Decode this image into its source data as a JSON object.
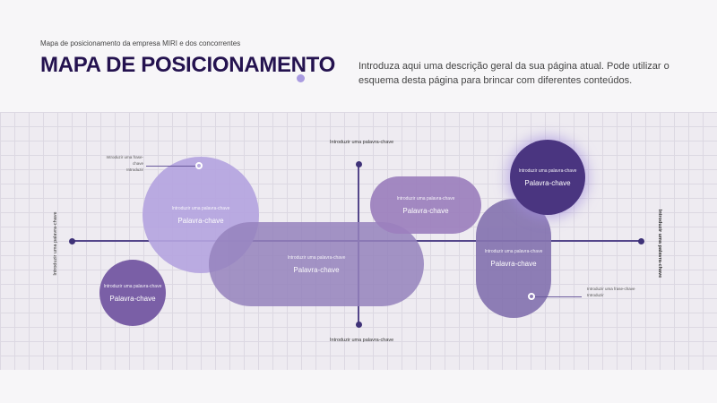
{
  "header": {
    "subtitle": "Mapa de posicionamento da empresa MIRI e dos concorrentes",
    "title": "MAPA DE POSICIONAMENTO",
    "description": "Introduza aqui uma descrição geral da sua página atual. Pode utilizar o esquema desta página para brincar com diferentes conteúdos."
  },
  "axes": {
    "top": "Introduzir uma palavra-chave",
    "bottom": "Introduzir uma palavra-chave",
    "left": "Introduzir uma palavra-chave",
    "right": "Introduzir uma palavra-chave"
  },
  "shapes": [
    {
      "small": "Introduzir uma palavra-chave",
      "big": "Palavra-chave",
      "color": "#b5a5e0"
    },
    {
      "small": "Introduzir uma palavra-chave",
      "big": "Palavra-chave",
      "color": "#9583bd"
    },
    {
      "small": "Introduzir uma palavra-chave",
      "big": "Palavra-chave",
      "color": "#7a5fa6"
    },
    {
      "small": "Introduzir uma palavra-chave",
      "big": "Palavra-chave",
      "color": "#9c80be"
    },
    {
      "small": "Introduzir uma palavra-chave",
      "big": "Palavra-chave",
      "color": "#4a3580"
    },
    {
      "small": "Introduzir uma palavra-chave",
      "big": "Palavra-chave",
      "color": "#8574b0"
    }
  ],
  "callouts": [
    {
      "line1": "Introduzir uma frase-chave",
      "line2": "Introduzir"
    },
    {
      "line1": "Introduzir uma frase-chave",
      "line2": "Introduzir"
    }
  ]
}
